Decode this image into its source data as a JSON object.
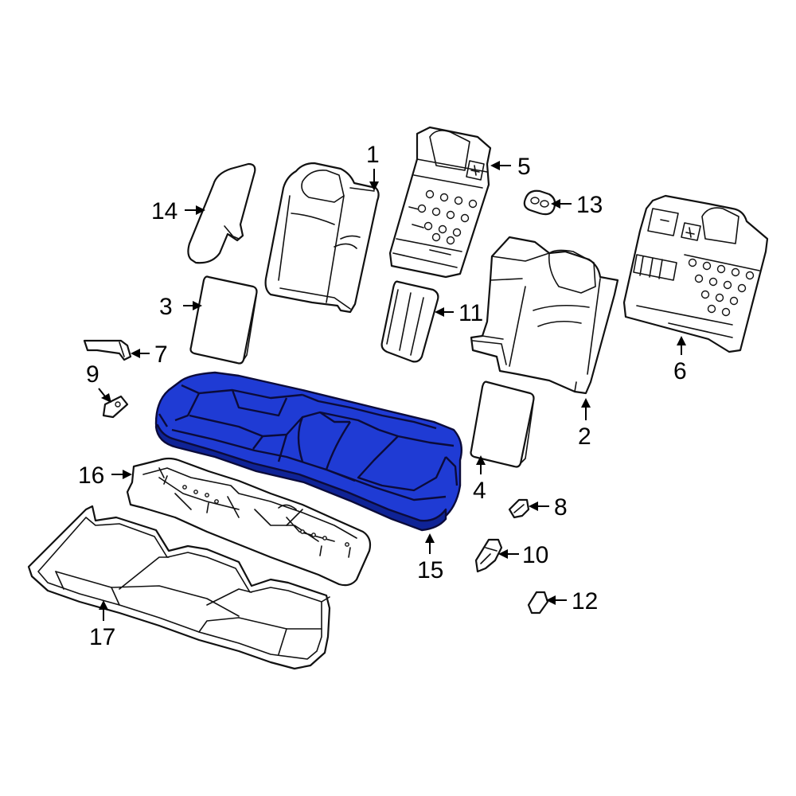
{
  "colors": {
    "highlight": "#1f3bd4",
    "highlight_dark": "#0f2396",
    "line": "#111111",
    "background": "#ffffff"
  },
  "highlighted_part": "15",
  "callouts": [
    {
      "id": "c1",
      "label": "1"
    },
    {
      "id": "c2",
      "label": "2"
    },
    {
      "id": "c3",
      "label": "3"
    },
    {
      "id": "c4",
      "label": "4"
    },
    {
      "id": "c5",
      "label": "5"
    },
    {
      "id": "c6",
      "label": "6"
    },
    {
      "id": "c7",
      "label": "7"
    },
    {
      "id": "c8",
      "label": "8"
    },
    {
      "id": "c9",
      "label": "9"
    },
    {
      "id": "c10",
      "label": "10"
    },
    {
      "id": "c11",
      "label": "11"
    },
    {
      "id": "c12",
      "label": "12"
    },
    {
      "id": "c13",
      "label": "13"
    },
    {
      "id": "c14",
      "label": "14"
    },
    {
      "id": "c15",
      "label": "15"
    },
    {
      "id": "c16",
      "label": "16"
    },
    {
      "id": "c17",
      "label": "17"
    }
  ]
}
